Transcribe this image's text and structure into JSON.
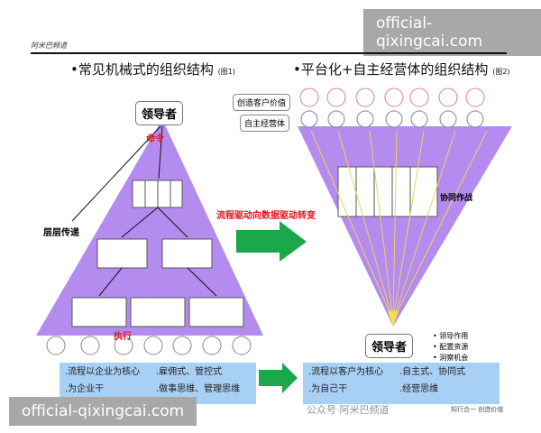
{
  "watermark_top": "official-qixingcai.com",
  "watermark_bottom": "official-qixingcai.com",
  "brand": "阿米巴频道",
  "left": {
    "title": "•常见机械式的组织结构",
    "fig": "(图1)",
    "leader": "领导者",
    "command": "命令",
    "relay": "层层传递",
    "execute": "执行",
    "box_lines": [
      ".流程以企业为核心",
      ".雇佣式、管控式",
      ".为企业干",
      ".做事思维、管理思维"
    ]
  },
  "middle": {
    "transition": "流程驱动向数据驱动转变"
  },
  "right": {
    "title": "•平台化+自主经营体的组织结构",
    "fig": "(图2)",
    "customer_value": "创造客户价值",
    "autonomous": "自主经营体",
    "collab": "协同作战",
    "leader": "领导者",
    "bullets": [
      "• 领导作用",
      "• 配置资源",
      "• 洞察机会"
    ],
    "box_lines": [
      ".流程以客户为核心",
      ".自主式、协同式",
      ".为自己干",
      ".经营思维"
    ],
    "wechat": "公众号·阿米巴频道",
    "footer": "知行合一  创造价值"
  },
  "colors": {
    "purple": "#b48cf0",
    "blue": "#a8d0f5",
    "green": "#1aa84a",
    "red": "#e0141e"
  }
}
